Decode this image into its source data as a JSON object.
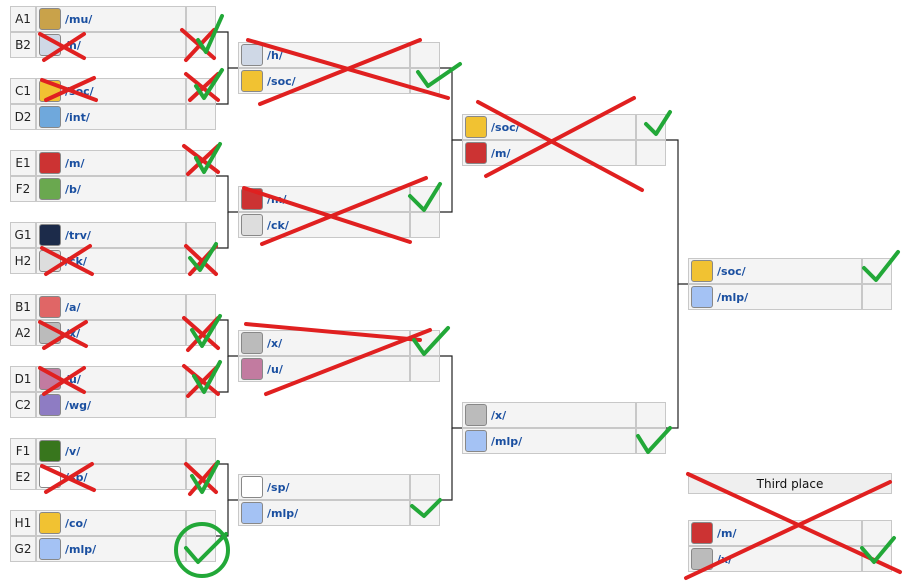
{
  "third_place_label": "Third place",
  "colors": {
    "link": "#1a4fa0",
    "cross": "#e02020",
    "check": "#22a838"
  },
  "round1": [
    {
      "top": {
        "seed": "A1",
        "name": "/mu/",
        "icon": "mu-icon",
        "logo_color": "#c9a24a"
      },
      "bottom": {
        "seed": "B2",
        "name": "/h/",
        "icon": "h-icon",
        "logo_color": "#cfd8e6"
      }
    },
    {
      "top": {
        "seed": "C1",
        "name": "/soc/",
        "icon": "soc-icon",
        "logo_color": "#f1c232"
      },
      "bottom": {
        "seed": "D2",
        "name": "/int/",
        "icon": "int-icon",
        "logo_color": "#6fa8dc"
      }
    },
    {
      "top": {
        "seed": "E1",
        "name": "/m/",
        "icon": "m-icon",
        "logo_color": "#cc3333"
      },
      "bottom": {
        "seed": "F2",
        "name": "/b/",
        "icon": "b-icon",
        "logo_color": "#6aa84f"
      }
    },
    {
      "top": {
        "seed": "G1",
        "name": "/trv/",
        "icon": "trv-icon",
        "logo_color": "#1c2b4a"
      },
      "bottom": {
        "seed": "H2",
        "name": "/ck/",
        "icon": "ck-icon",
        "logo_color": "#dddddd"
      }
    },
    {
      "top": {
        "seed": "B1",
        "name": "/a/",
        "icon": "a-icon",
        "logo_color": "#e06666"
      },
      "bottom": {
        "seed": "A2",
        "name": "/x/",
        "icon": "x-icon",
        "logo_color": "#bbbbbb"
      }
    },
    {
      "top": {
        "seed": "D1",
        "name": "/u/",
        "icon": "u-icon",
        "logo_color": "#c27ba0"
      },
      "bottom": {
        "seed": "C2",
        "name": "/wg/",
        "icon": "wg-icon",
        "logo_color": "#8e7cc3"
      }
    },
    {
      "top": {
        "seed": "F1",
        "name": "/v/",
        "icon": "v-icon",
        "logo_color": "#38761d"
      },
      "bottom": {
        "seed": "E2",
        "name": "/sp/",
        "icon": "sp-icon",
        "logo_color": "#ffffff"
      }
    },
    {
      "top": {
        "seed": "H1",
        "name": "/co/",
        "icon": "co-icon",
        "logo_color": "#f1c232"
      },
      "bottom": {
        "seed": "G2",
        "name": "/mlp/",
        "icon": "mlp-icon",
        "logo_color": "#a4c2f4"
      }
    }
  ],
  "round2": [
    {
      "top": {
        "name": "/h/",
        "icon": "h-icon",
        "logo_color": "#cfd8e6"
      },
      "bottom": {
        "name": "/soc/",
        "icon": "soc-icon",
        "logo_color": "#f1c232"
      }
    },
    {
      "top": {
        "name": "/m/",
        "icon": "m-icon",
        "logo_color": "#cc3333"
      },
      "bottom": {
        "name": "/ck/",
        "icon": "ck-icon",
        "logo_color": "#dddddd"
      }
    },
    {
      "top": {
        "name": "/x/",
        "icon": "x-icon",
        "logo_color": "#bbbbbb"
      },
      "bottom": {
        "name": "/u/",
        "icon": "u-icon",
        "logo_color": "#c27ba0"
      }
    },
    {
      "top": {
        "name": "/sp/",
        "icon": "sp-icon",
        "logo_color": "#ffffff"
      },
      "bottom": {
        "name": "/mlp/",
        "icon": "mlp-icon",
        "logo_color": "#a4c2f4"
      }
    }
  ],
  "semis": [
    {
      "top": {
        "name": "/soc/",
        "icon": "soc-icon",
        "logo_color": "#f1c232"
      },
      "bottom": {
        "name": "/m/",
        "icon": "m-icon",
        "logo_color": "#cc3333"
      }
    },
    {
      "top": {
        "name": "/x/",
        "icon": "x-icon",
        "logo_color": "#bbbbbb"
      },
      "bottom": {
        "name": "/mlp/",
        "icon": "mlp-icon",
        "logo_color": "#a4c2f4"
      }
    }
  ],
  "final": {
    "top": {
      "name": "/soc/",
      "icon": "soc-icon",
      "logo_color": "#f1c232"
    },
    "bottom": {
      "name": "/mlp/",
      "icon": "mlp-icon",
      "logo_color": "#a4c2f4"
    }
  },
  "third_place": {
    "top": {
      "name": "/m/",
      "icon": "m-icon",
      "logo_color": "#cc3333"
    },
    "bottom": {
      "name": "/x/",
      "icon": "x-icon",
      "logo_color": "#bbbbbb"
    }
  }
}
